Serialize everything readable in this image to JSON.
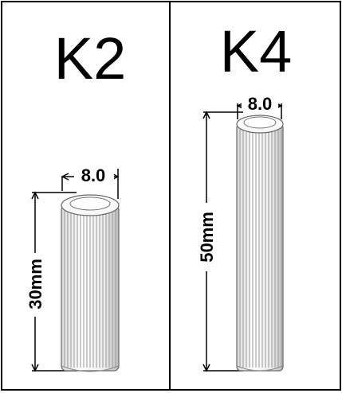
{
  "panels": [
    {
      "title": "K2",
      "diameter_label": "8.0",
      "length_label": "30mm"
    },
    {
      "title": "K4",
      "diameter_label": "8.0",
      "length_label": "50mm"
    }
  ],
  "colors": {
    "background": "#ffffff",
    "border": "#000000",
    "dowel_base": "#f4f4f4",
    "dowel_ridge": "#9a9a9a",
    "dowel_outline": "#666666"
  }
}
